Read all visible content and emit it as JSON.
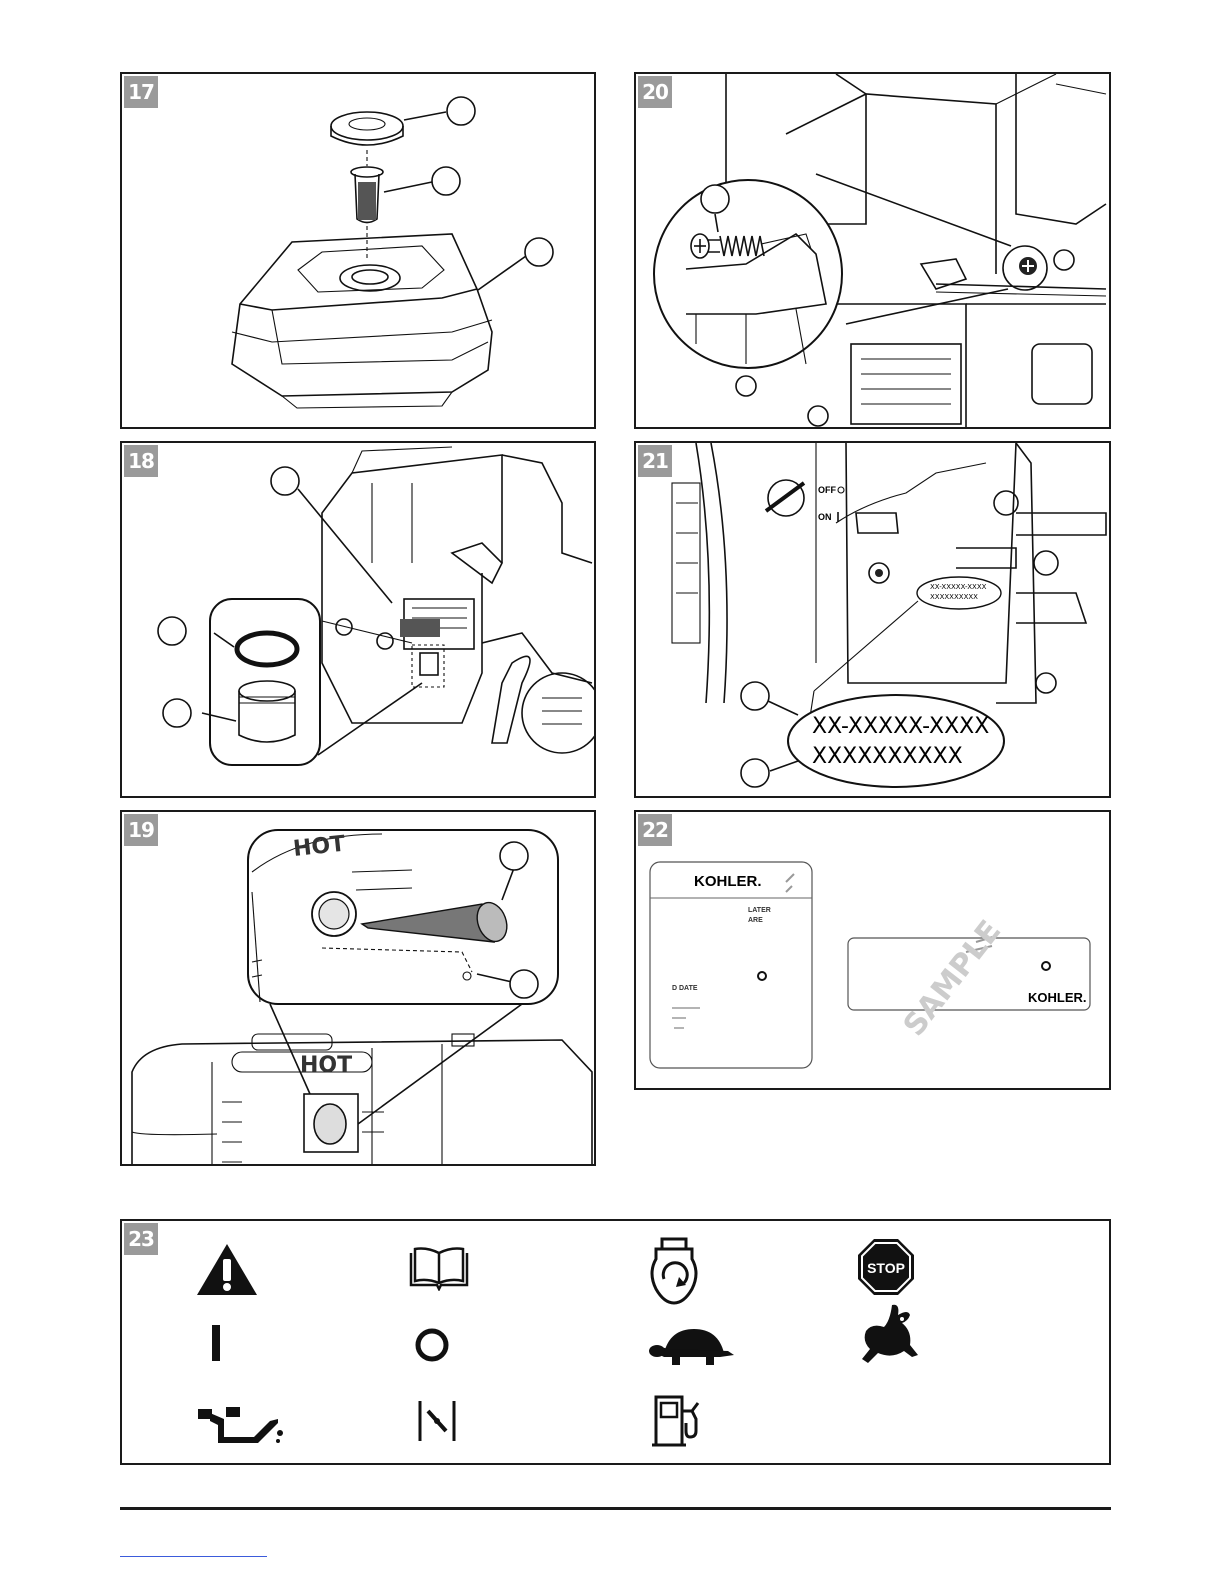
{
  "figures": [
    {
      "id": "fig17",
      "number": "17"
    },
    {
      "id": "fig20",
      "number": "20"
    },
    {
      "id": "fig18",
      "number": "18"
    },
    {
      "id": "fig21",
      "number": "21"
    },
    {
      "id": "fig19",
      "number": "19"
    },
    {
      "id": "fig22",
      "number": "22"
    },
    {
      "id": "fig23",
      "number": "23"
    }
  ],
  "fig19": {
    "hot_label": "HOT"
  },
  "fig21": {
    "switch_off": "OFF",
    "switch_on": "ON",
    "small_serial_line1": "XX-XXXXX-XXXX",
    "small_serial_line2": "XXXXXXXXXX",
    "large_serial_line1": "XX-XXXXX-XXXX",
    "large_serial_line2": "XXXXXXXXXX"
  },
  "fig22": {
    "brand": "KOHLER.",
    "brand2": "KOHLER.",
    "frag_later": "LATER",
    "frag_are": "ARE",
    "frag_date": "D DATE",
    "watermark": "SAMPLE"
  },
  "fig23": {
    "stop_label": "STOP",
    "symbols": [
      "warning-icon",
      "manual-icon",
      "engine-start-icon",
      "stop-icon",
      "on-icon",
      "off-icon",
      "slow-turtle-icon",
      "fast-rabbit-icon",
      "oil-can-icon",
      "choke-icon",
      "fuel-pump-icon"
    ]
  }
}
